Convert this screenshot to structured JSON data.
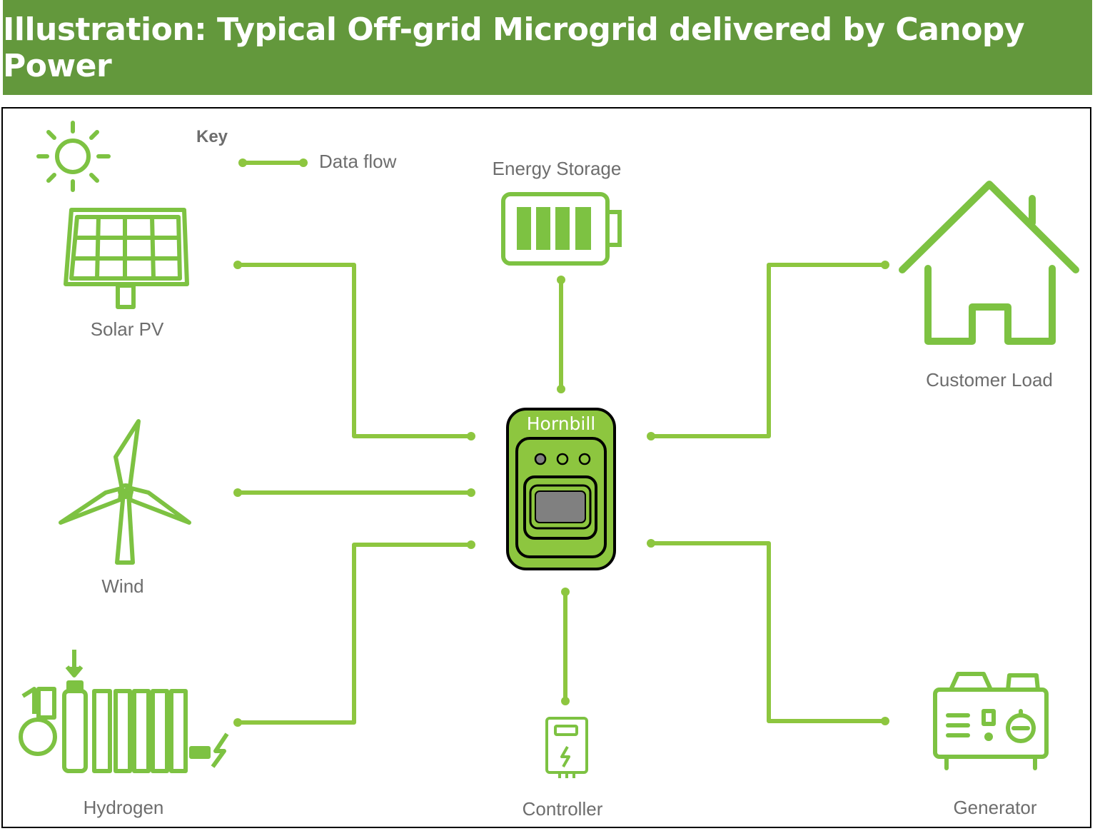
{
  "title": "Illustration: Typical Off-grid Microgrid delivered by Canopy Power",
  "key": {
    "title": "Key",
    "data_flow_label": "Data flow"
  },
  "hub": {
    "label": "Hornbill"
  },
  "nodes": {
    "solar": "Solar PV",
    "wind": "Wind",
    "hydrogen": "Hydrogen",
    "energy_storage": "Energy Storage",
    "controller": "Controller",
    "customer_load": "Customer Load",
    "generator": "Generator"
  },
  "colors": {
    "banner": "#63983c",
    "icon_green": "#7dc242",
    "hub_fill": "#8dc63f",
    "line_green": "#8dc63f"
  }
}
